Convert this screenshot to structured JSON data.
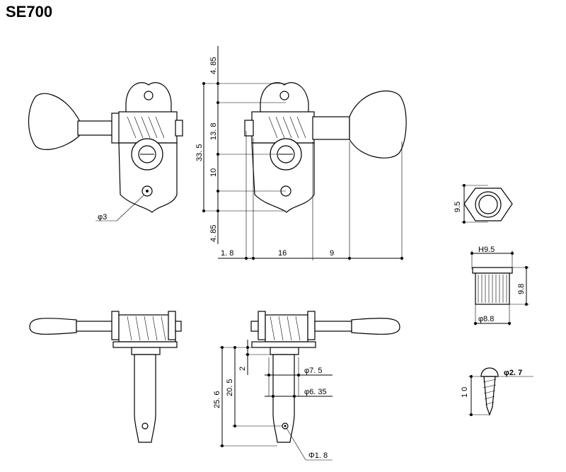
{
  "title": "SE700",
  "dimensions": {
    "top_485": "4. 85",
    "d_138": "13. 8",
    "d_335": "33. 5",
    "d_10": "10",
    "bottom_485": "4. 85",
    "d_18": "1. 8",
    "d_16": "16",
    "d_9": "9",
    "hole_phi3": "φ3",
    "nut_95": "9.5",
    "h95": "H9.5",
    "d_98": "9.8",
    "phi88": "φ8.8",
    "screw_phi27": "φ2. 7",
    "screw_10": "1 0",
    "d_256": "25. 6",
    "d_205": "20. 5",
    "d_2": "2",
    "phi75": "φ7. 5",
    "phi635": "φ6. 35",
    "phi18": "Φ1. 8"
  }
}
